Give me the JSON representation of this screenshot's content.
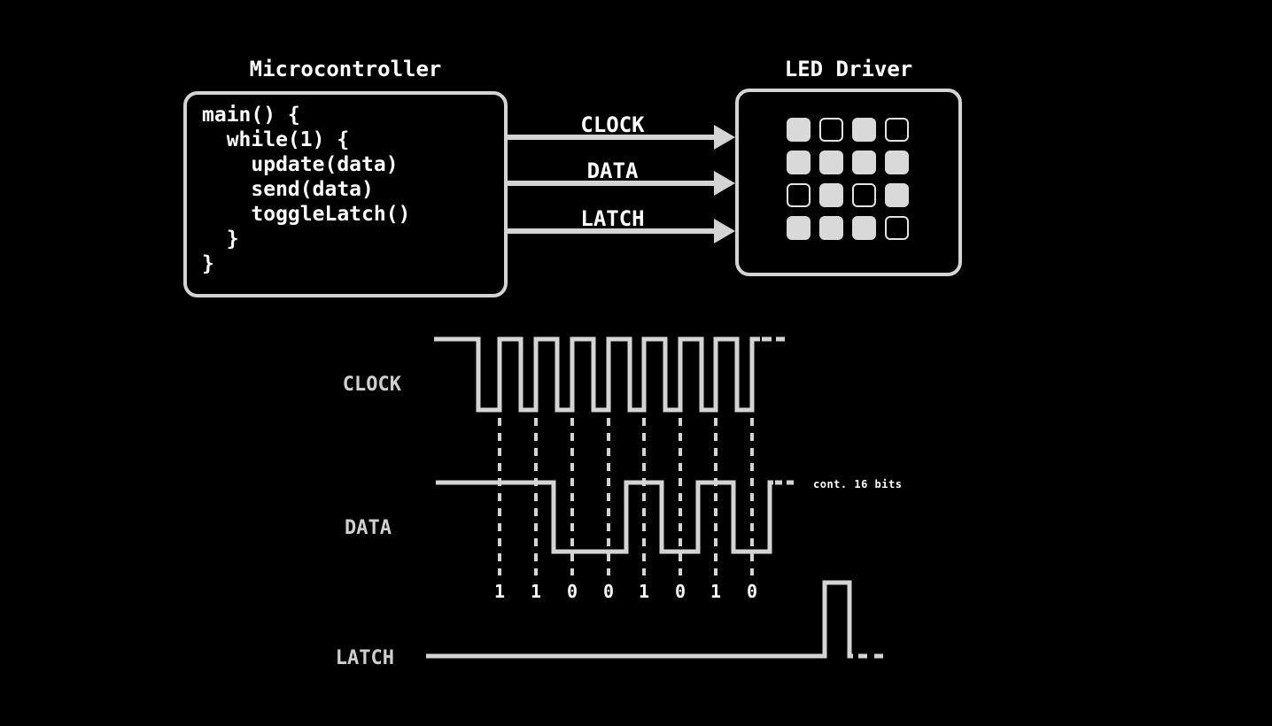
{
  "colors": {
    "background": "#000000",
    "line_gray": "#d4d4d4",
    "text_white": "#ffffff",
    "label_gray": "#cfcfcf",
    "led_on": "#d9d9d9"
  },
  "microcontroller": {
    "title": "Microcontroller",
    "code_lines": [
      "main() {",
      "  while(1) {",
      "    update(data)",
      "    send(data)",
      "    toggleLatch()",
      "  }",
      "}"
    ]
  },
  "led_driver": {
    "title": "LED Driver",
    "grid": [
      [
        1,
        0,
        1,
        0
      ],
      [
        1,
        1,
        1,
        1
      ],
      [
        0,
        1,
        0,
        1
      ],
      [
        1,
        1,
        1,
        0
      ]
    ]
  },
  "bus_arrows": [
    {
      "label": "CLOCK"
    },
    {
      "label": "DATA"
    },
    {
      "label": "LATCH"
    }
  ],
  "timing": {
    "signals": {
      "clock": "CLOCK",
      "data": "DATA",
      "latch": "LATCH"
    },
    "bits": [
      "1",
      "1",
      "0",
      "0",
      "1",
      "0",
      "1",
      "0"
    ],
    "cont_note": "cont. 16 bits"
  }
}
